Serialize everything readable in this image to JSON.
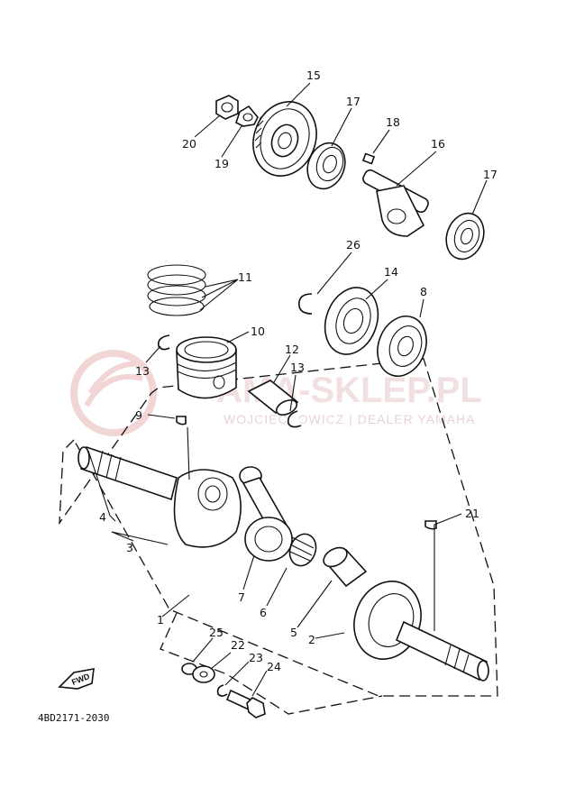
{
  "diagram": {
    "code": "4BD2171-2030",
    "fwd_label": "FWD",
    "watermark": {
      "main": "AMA-SKLEP.PL",
      "sub": "WOJCIECHOWICZ | DEALER YAMAHA"
    },
    "callouts": {
      "c1": "1",
      "c2": "2",
      "c3": "3",
      "c4": "4",
      "c5": "5",
      "c6": "6",
      "c7": "7",
      "c8": "8",
      "c9": "9",
      "c10": "10",
      "c11": "11",
      "c12": "12",
      "c13a": "13",
      "c13b": "13",
      "c14": "14",
      "c15": "15",
      "c16": "16",
      "c17a": "17",
      "c17b": "17",
      "c18": "18",
      "c19": "19",
      "c20": "20",
      "c21": "21",
      "c22": "22",
      "c23": "23",
      "c24": "24",
      "c25": "25",
      "c26": "26"
    }
  }
}
